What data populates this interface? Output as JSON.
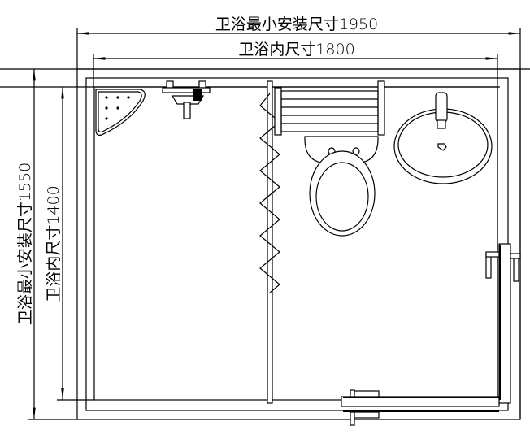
{
  "dimensions": {
    "min_install_width": "卫浴最小安装尺寸1950",
    "inner_width": "卫浴内尺寸1800",
    "min_install_depth": "卫浴最小安装尺寸1550",
    "inner_depth": "卫浴内尺寸1400"
  },
  "colors": {
    "line": "#000000",
    "background": "#ffffff"
  }
}
